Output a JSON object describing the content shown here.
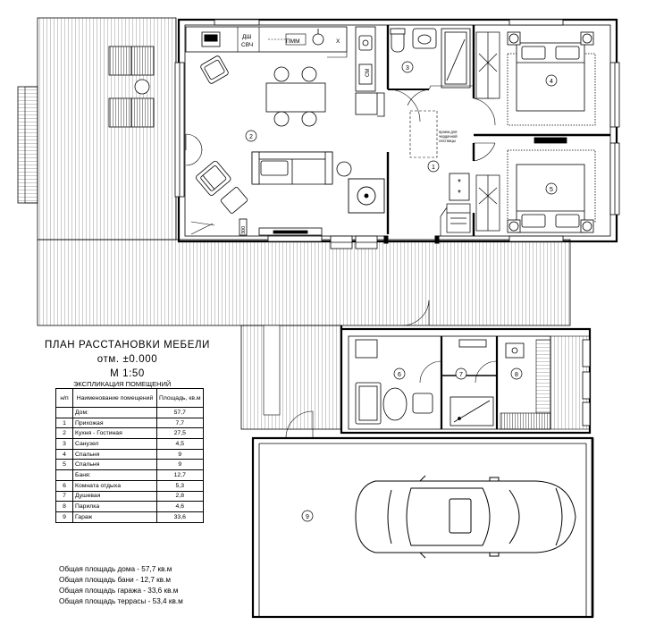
{
  "plan": {
    "title": "ПЛАН РАССТАНОВКИ МЕБЕЛИ",
    "level": "отм. ±0.000",
    "scale": "М 1:50",
    "appliance_labels": {
      "dishwasher": "ДШ",
      "microwave": "СВЧ",
      "washing_machine": "ПММ",
      "x_mark": "X",
      "washer_vertical": "СМ",
      "cabinet_vertical": "300"
    },
    "note": [
      "проем для",
      "чердачной",
      "лестницы"
    ],
    "room_markers": [
      "1",
      "2",
      "3",
      "4",
      "5",
      "6",
      "7",
      "8",
      "9"
    ]
  },
  "explication": {
    "title": "ЭКСПЛИКАЦИЯ ПОМЕЩЕНИЙ",
    "headers": {
      "num": "н/п",
      "name": "Наименование помещений",
      "area": "Площадь, кв.м"
    },
    "rows": [
      {
        "num": "",
        "name": "Дом:",
        "area": "57,7"
      },
      {
        "num": "1",
        "name": "Прихожая",
        "area": "7,7"
      },
      {
        "num": "2",
        "name": "Кухня - Гостиная",
        "area": "27,5"
      },
      {
        "num": "3",
        "name": "Санузел",
        "area": "4,5"
      },
      {
        "num": "4",
        "name": "Спальня",
        "area": "9"
      },
      {
        "num": "5",
        "name": "Спальня",
        "area": "9"
      },
      {
        "num": "",
        "name": "Баня:",
        "area": "12,7"
      },
      {
        "num": "6",
        "name": "Комната отдыха",
        "area": "5,3"
      },
      {
        "num": "7",
        "name": "Душевая",
        "area": "2,8"
      },
      {
        "num": "8",
        "name": "Парилка",
        "area": "4,6"
      },
      {
        "num": "9",
        "name": "Гараж",
        "area": "33,6"
      }
    ]
  },
  "totals": [
    "Общая площадь дома - 57,7 кв.м",
    "Общая площадь бани - 12,7 кв.м",
    "Общая площадь гаража - 33,6 кв.м",
    "Общая площадь террасы - 53,4 кв.м"
  ]
}
